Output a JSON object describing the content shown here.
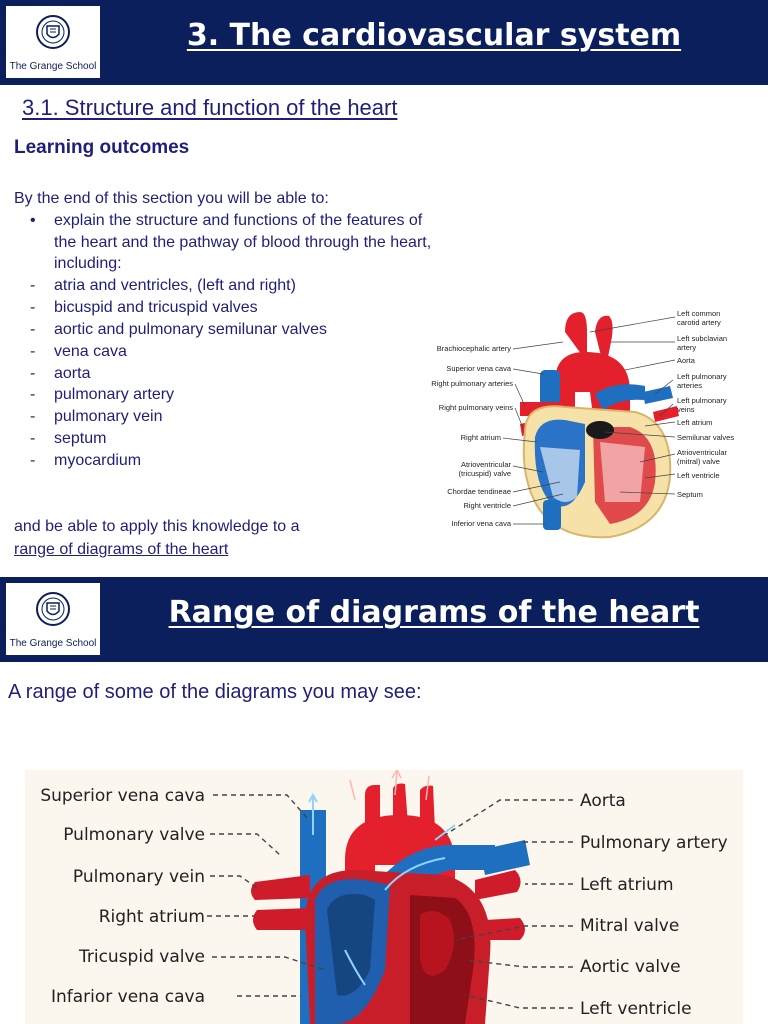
{
  "slide1": {
    "logo_text": "The Grange School",
    "title": "3. The cardiovascular system",
    "subtitle": "3.1. Structure and function of the heart",
    "learning_heading": "Learning outcomes",
    "intro": "By the end of this section you will be able to:",
    "bullets": [
      {
        "marker": "•",
        "lines": [
          "explain the structure and functions of the features of",
          "the heart and the pathway of blood through the heart,",
          "including:"
        ]
      },
      {
        "marker": "-",
        "lines": [
          "atria and ventricles, (left and right)"
        ]
      },
      {
        "marker": "-",
        "lines": [
          "bicuspid and tricuspid valves"
        ]
      },
      {
        "marker": "-",
        "lines": [
          "aortic and pulmonary semilunar valves"
        ]
      },
      {
        "marker": "-",
        "lines": [
          "vena cava"
        ]
      },
      {
        "marker": "-",
        "lines": [
          "aorta"
        ]
      },
      {
        "marker": "-",
        "lines": [
          "pulmonary artery"
        ]
      },
      {
        "marker": "-",
        "lines": [
          "pulmonary vein"
        ]
      },
      {
        "marker": "-",
        "lines": [
          "septum"
        ]
      },
      {
        "marker": "-",
        "lines": [
          "myocardium"
        ]
      }
    ],
    "outro_line1": "and be able to apply this knowledge to a",
    "outro_link": "range of diagrams of the heart",
    "diagram_labels_left": [
      "Brachiocephalic artery",
      "Superior vena cava",
      "Right pulmonary arteries",
      "Right pulmonary veins",
      "Right atrium",
      "Atrioventricular",
      "(tricuspid) valve",
      "Chordae tendineae",
      "Right ventricle",
      "Inferior vena cava"
    ],
    "diagram_labels_right": [
      "Left common",
      "carotid artery",
      "Left subclavian",
      "artery",
      "Aorta",
      "Left pulmonary",
      "arteries",
      "Left pulmonary",
      "veins",
      "Left atrium",
      "Semilunar valves",
      "Atrioventricular",
      "(mitral) valve",
      "Left ventricle",
      "Septum"
    ]
  },
  "slide2": {
    "logo_text": "The Grange School",
    "title": "Range of diagrams of the heart",
    "range_text": "A range of some of the diagrams you may see:",
    "labels_left": [
      "Superior vena cava",
      "Pulmonary valve",
      "Pulmonary vein",
      "Right atrium",
      "Tricuspid valve",
      "Infarior vena cava"
    ],
    "labels_right": [
      "Aorta",
      "Pulmonary artery",
      "Left atrium",
      "Mitral valve",
      "Aortic valve",
      "Left ventricle"
    ]
  },
  "colors": {
    "banner": "#0b1f5c",
    "text": "#1f1f7a",
    "artery_red": "#e3202b",
    "vein_blue": "#1f6fc0"
  }
}
